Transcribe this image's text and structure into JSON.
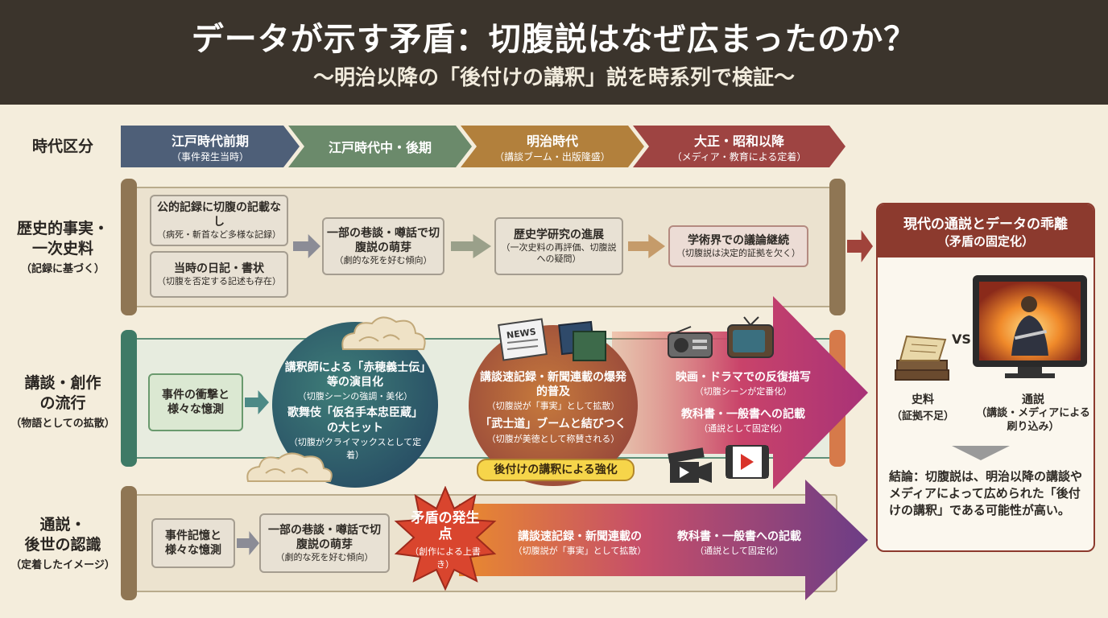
{
  "header": {
    "title": "データが示す矛盾：切腹説はなぜ広まったのか？",
    "subtitle": "〜明治以降の「後付けの講釈」説を時系列で検証〜"
  },
  "labels": {
    "era": "時代区分",
    "history_main1": "歴史的事実・",
    "history_main2": "一次史料",
    "history_sub": "（記録に基づく）",
    "story_main1": "講談・創作",
    "story_main2": "の流行",
    "story_sub": "（物語としての拡散）",
    "common_main1": "通説・",
    "common_main2": "後世の認識",
    "common_sub": "（定着したイメージ）"
  },
  "eras": [
    {
      "name": "江戸時代前期",
      "sub": "（事件発生当時）",
      "color": "#4e5f78"
    },
    {
      "name": "江戸時代中・後期",
      "sub": "",
      "color": "#6b8a6b"
    },
    {
      "name": "明治時代",
      "sub": "（講談ブーム・出版隆盛）",
      "color": "#b2803c"
    },
    {
      "name": "大正・昭和以降",
      "sub": "（メディア・教育による定着）",
      "color": "#9e4442"
    }
  ],
  "history": {
    "box1_title": "公的記録に切腹の記載なし",
    "box1_sub": "（病死・斬首など多様な記録）",
    "box2_title": "当時の日記・書状",
    "box2_sub": "（切腹を否定する記述も存在）",
    "box3_title": "一部の巷談・噂話で切腹説の萌芽",
    "box3_sub": "（劇的な死を好む傾向）",
    "box4_title": "歴史学研究の進展",
    "box4_sub": "（一次史料の再評価、切腹説への疑問）",
    "box5_title": "学術界での議論継続",
    "box5_sub": "（切腹説は決定的証拠を欠く）"
  },
  "story": {
    "box1": "事件の衝撃と様々な憶測",
    "circle1_a": "講釈師による「赤穂義士伝」等の演目化",
    "circle1_a_sub": "（切腹シーンの強調・美化）",
    "circle1_b": "歌舞伎「仮名手本忠臣蔵」の大ヒット",
    "circle1_b_sub": "（切腹がクライマックスとして定着）",
    "circle2_a": "講談速記録・新聞連載の爆発的普及",
    "circle2_a_sub": "（切腹説が「事実」として拡散）",
    "circle2_b": "「武士道」ブームと結びつく",
    "circle2_b_sub": "（切腹が美徳として称賛される）",
    "badge": "後付けの講釈による強化",
    "media1": "映画・ドラマでの反復描写",
    "media1_sub": "（切腹シーンが定番化）",
    "media2": "教科書・一般書への記載",
    "media2_sub": "（通説として固定化）"
  },
  "common": {
    "box1": "事件記憶と様々な憶測",
    "box2_title": "一部の巷談・噂話で切腹説の萌芽",
    "box2_sub": "（劇的な死を好む傾向）",
    "burst_title": "矛盾の発生点",
    "burst_sub": "（創作による上書き）",
    "text1": "講談速記録・新聞連載の",
    "text1_sub": "（切腹説が「事実」として拡散）",
    "text2": "教科書・一般書への記載",
    "text2_sub": "（通説として固定化）"
  },
  "panel": {
    "title": "現代の通説とデータの乖離",
    "subtitle": "（矛盾の固定化）",
    "vs": "VS",
    "left_label": "史料",
    "left_sub": "（証拠不足）",
    "right_label": "通説",
    "right_sub": "（講談・メディアによる刷り込み）",
    "conclusion": "結論：切腹説は、明治以降の講談やメディアによって広められた「後付けの講釈」である可能性が高い。"
  },
  "icons": [
    "newspaper-icon",
    "books-icon",
    "radio-icon",
    "television-icon",
    "film-camera-icon",
    "video-play-icon",
    "cloud-icon",
    "scroll-books-icon",
    "samurai-tv-icon"
  ]
}
